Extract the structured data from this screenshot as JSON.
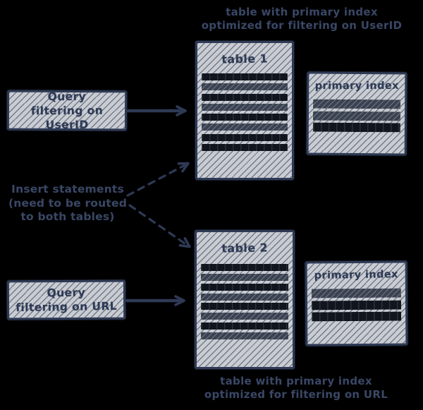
{
  "colors": {
    "background": "#000000",
    "ink": "#2e3a55",
    "caption_text": "#3a4766",
    "box_fill": "#c9cdd3",
    "bar_dark": "#11151e",
    "bar_medium": "#3a4150"
  },
  "captions": {
    "top": {
      "line1": "table with primary index",
      "line2": "optimized for filtering on UserID"
    },
    "bottom": {
      "line1": "table with primary index",
      "line2": "optimized for filtering on URL"
    }
  },
  "left_column": {
    "query_userid": {
      "line1": "Query",
      "line2": "filtering on UserID"
    },
    "insert_note": {
      "line1": "Insert statements",
      "line2": "(need to be routed",
      "line3": "to both tables)"
    },
    "query_url": {
      "line1": "Query",
      "line2": "filtering on URL"
    }
  },
  "tables": {
    "table1": {
      "title": "table 1",
      "rows": [
        "dark",
        "medium",
        "dark",
        "medium",
        "dark",
        "medium",
        "dark",
        "dark"
      ]
    },
    "table2": {
      "title": "table 2",
      "rows": [
        "dark",
        "medium",
        "dark",
        "medium",
        "dark",
        "medium",
        "dark",
        "medium"
      ]
    },
    "index1": {
      "title": "primary index",
      "rows": [
        "medium",
        "medium",
        "dark"
      ]
    },
    "index2": {
      "title": "primary index",
      "rows": [
        "medium",
        "dark",
        "dark"
      ]
    }
  },
  "arrows": {
    "query_userid_to_table1": "solid",
    "query_url_to_table2": "solid",
    "insert_to_table1": "dashed",
    "insert_to_table2": "dashed"
  }
}
